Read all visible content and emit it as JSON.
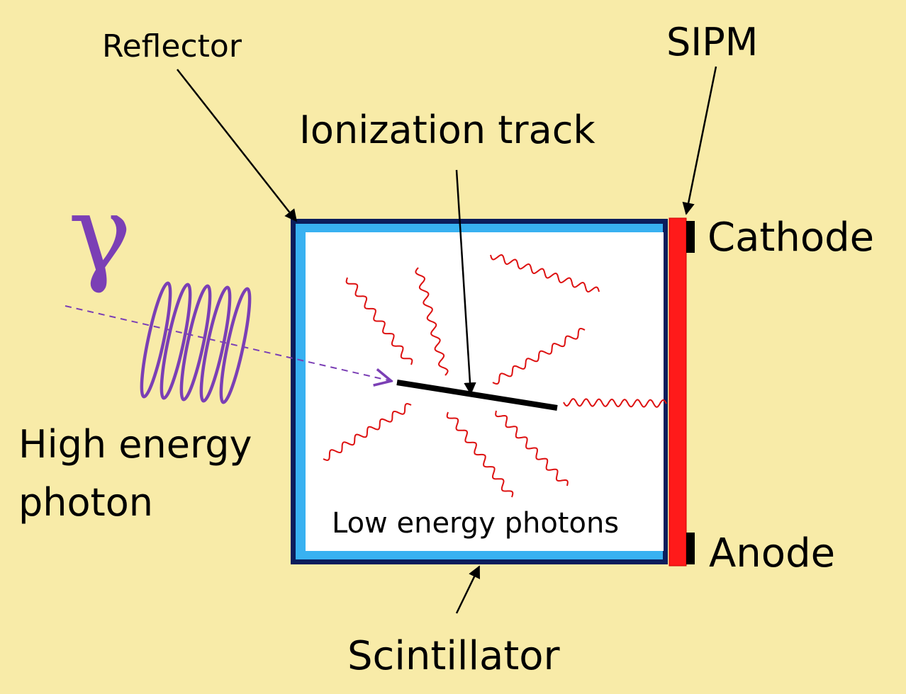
{
  "labels": {
    "reflector": "Reflector",
    "sipm": "SIPM",
    "ionization_track": "Ionization track",
    "cathode": "Cathode",
    "anode": "Anode",
    "high_energy_line1": "High energy",
    "high_energy_line2": "photon",
    "low_energy_photons": "Low energy photons",
    "scintillator": "Scintillator",
    "gamma_symbol": "γ"
  },
  "colors": {
    "background": "#f8eba8",
    "reflector_outer": "#0b1d5c",
    "reflector_inner": "#38b1f1",
    "scintillator_fill": "#ffffff",
    "sipm": "#ff0000",
    "photon_wave": "#dd1111",
    "gamma": "#7b3fb5",
    "track": "#000000"
  }
}
